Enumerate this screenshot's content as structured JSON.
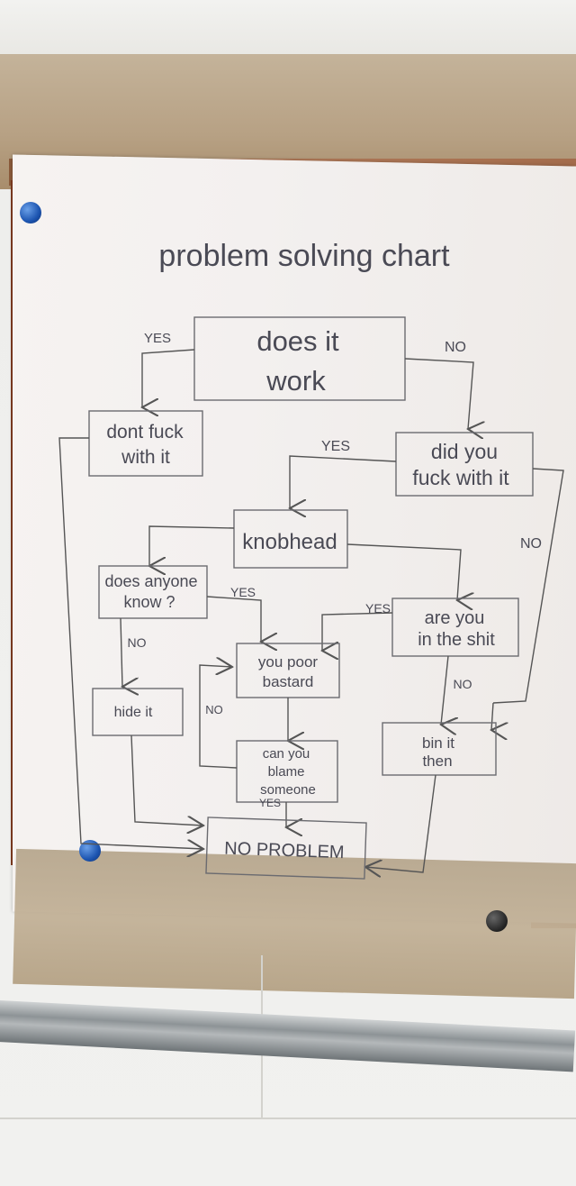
{
  "title": "problem solving chart",
  "nodes": {
    "does_it_work": [
      "does it",
      "work"
    ],
    "dont_fuck_with_it": [
      "dont fuck",
      "with it"
    ],
    "did_you_fuck_with_it": [
      "did you",
      "fuck with it"
    ],
    "knobhead": "knobhead",
    "does_anyone_know": [
      "does anyone",
      "know ?"
    ],
    "are_you_in_the_shit": [
      "are you",
      "in the shit"
    ],
    "you_poor_bastard": [
      "you poor",
      "bastard"
    ],
    "hide_it": "hide  it",
    "can_you_blame_someone": [
      "can you",
      "blame",
      "someone"
    ],
    "bin_it_then": [
      "bin it",
      "then"
    ],
    "no_problem": "NO PROBLEM"
  },
  "edge_labels": {
    "yes_1": "YES",
    "no_1": "NO",
    "yes_2": "YES",
    "no_2": "NO",
    "yes_3": "YES",
    "yes_4": "YES",
    "no_3": "NO",
    "no_4": "NO",
    "no_5": "NO",
    "yes_5": "YES"
  }
}
